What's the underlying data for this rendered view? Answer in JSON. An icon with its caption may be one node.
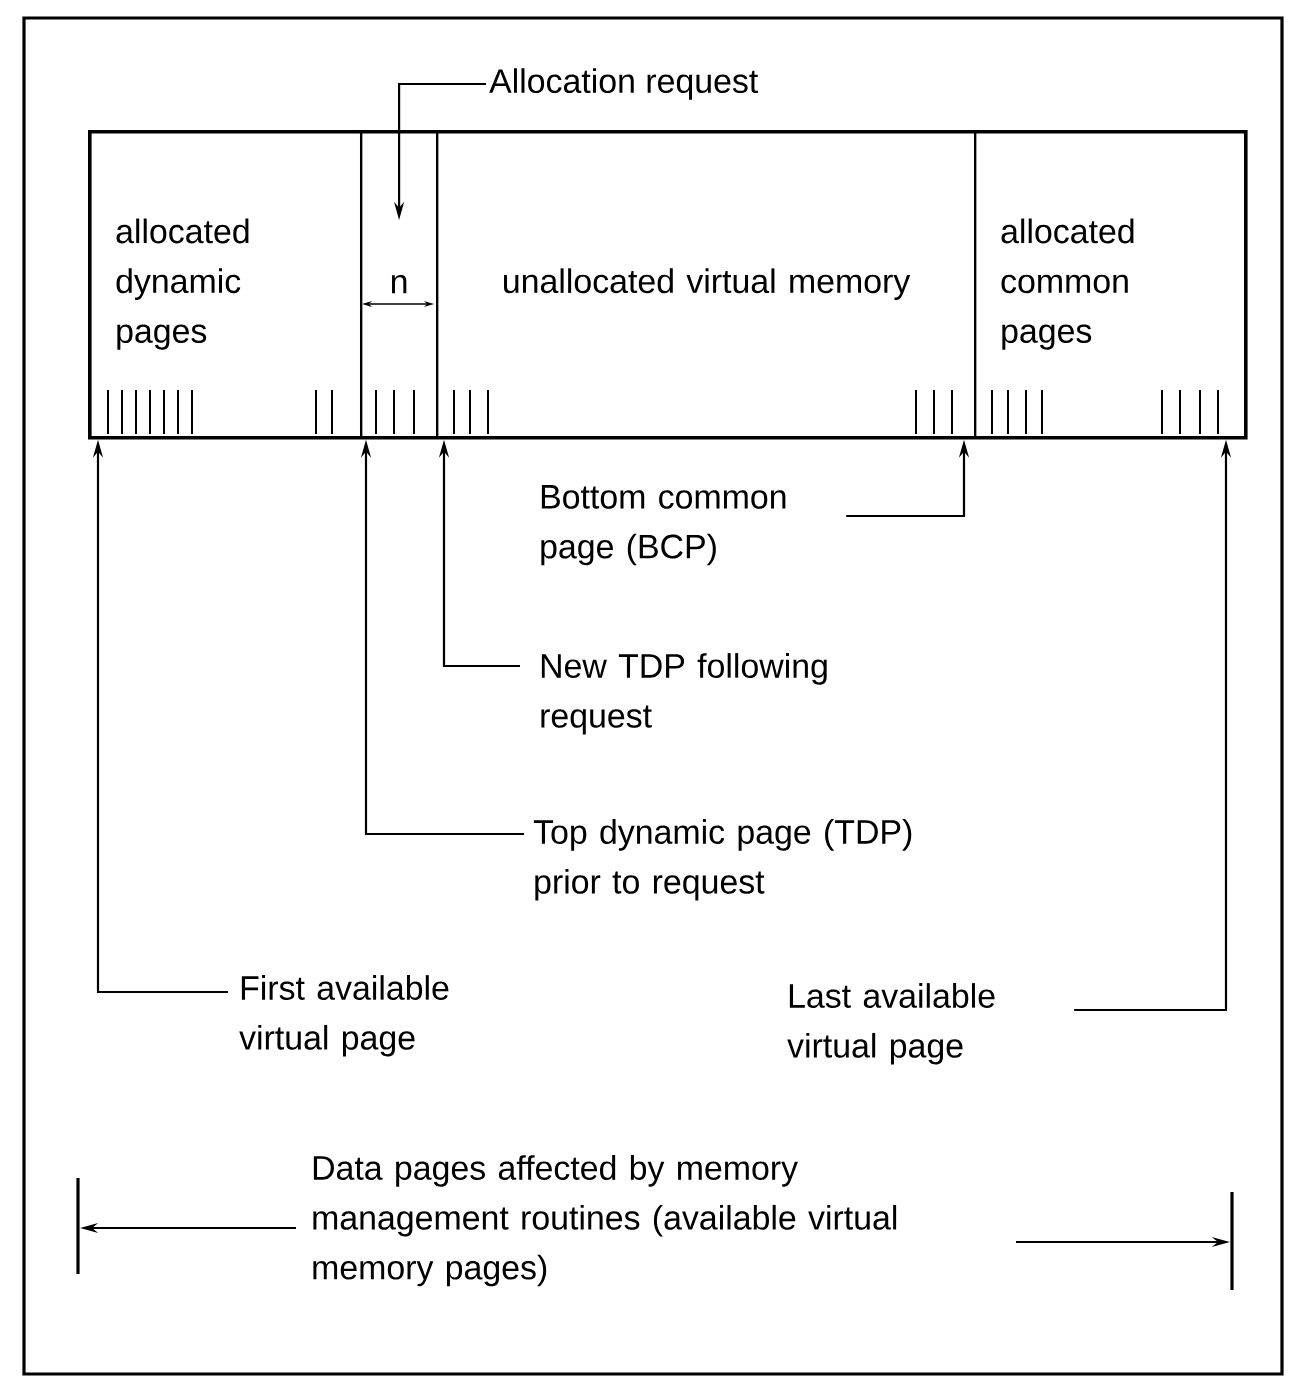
{
  "diagram": {
    "nodes": [
      {
        "text": [],
        "shape": "bar"
      },
      {
        "text": [
          "allocated dynamic pages"
        ],
        "in": 0
      },
      {
        "text": [
          "n"
        ],
        "in": 0
      },
      {
        "text": [
          "unallocated virtual memory"
        ],
        "in": 0
      },
      {
        "text": [
          "allocated common pages"
        ],
        "in": 0
      },
      {
        "text": [
          "Allocation request"
        ]
      },
      {
        "text": [
          "Bottom common page (BCP)"
        ]
      },
      {
        "text": [
          "New TDP following request"
        ]
      },
      {
        "text": [
          "Top dynamic page (TDP) prior to request"
        ]
      },
      {
        "text": [
          "First available virtual page"
        ]
      },
      {
        "text": [
          "Last available virtual page"
        ]
      }
    ],
    "edges": [
      {
        "from": 5,
        "to": 2,
        "arrow": "to"
      },
      {
        "from": 6,
        "to": 0,
        "arrow": "to"
      },
      {
        "from": 7,
        "to": 0,
        "arrow": "to"
      },
      {
        "from": 8,
        "to": 0,
        "arrow": "to"
      },
      {
        "from": 9,
        "to": 0,
        "arrow": "to"
      },
      {
        "from": 10,
        "to": 0,
        "arrow": "to"
      }
    ],
    "labels": [
      "Data pages affected by memory management routines (available virtual memory pages)"
    ]
  }
}
